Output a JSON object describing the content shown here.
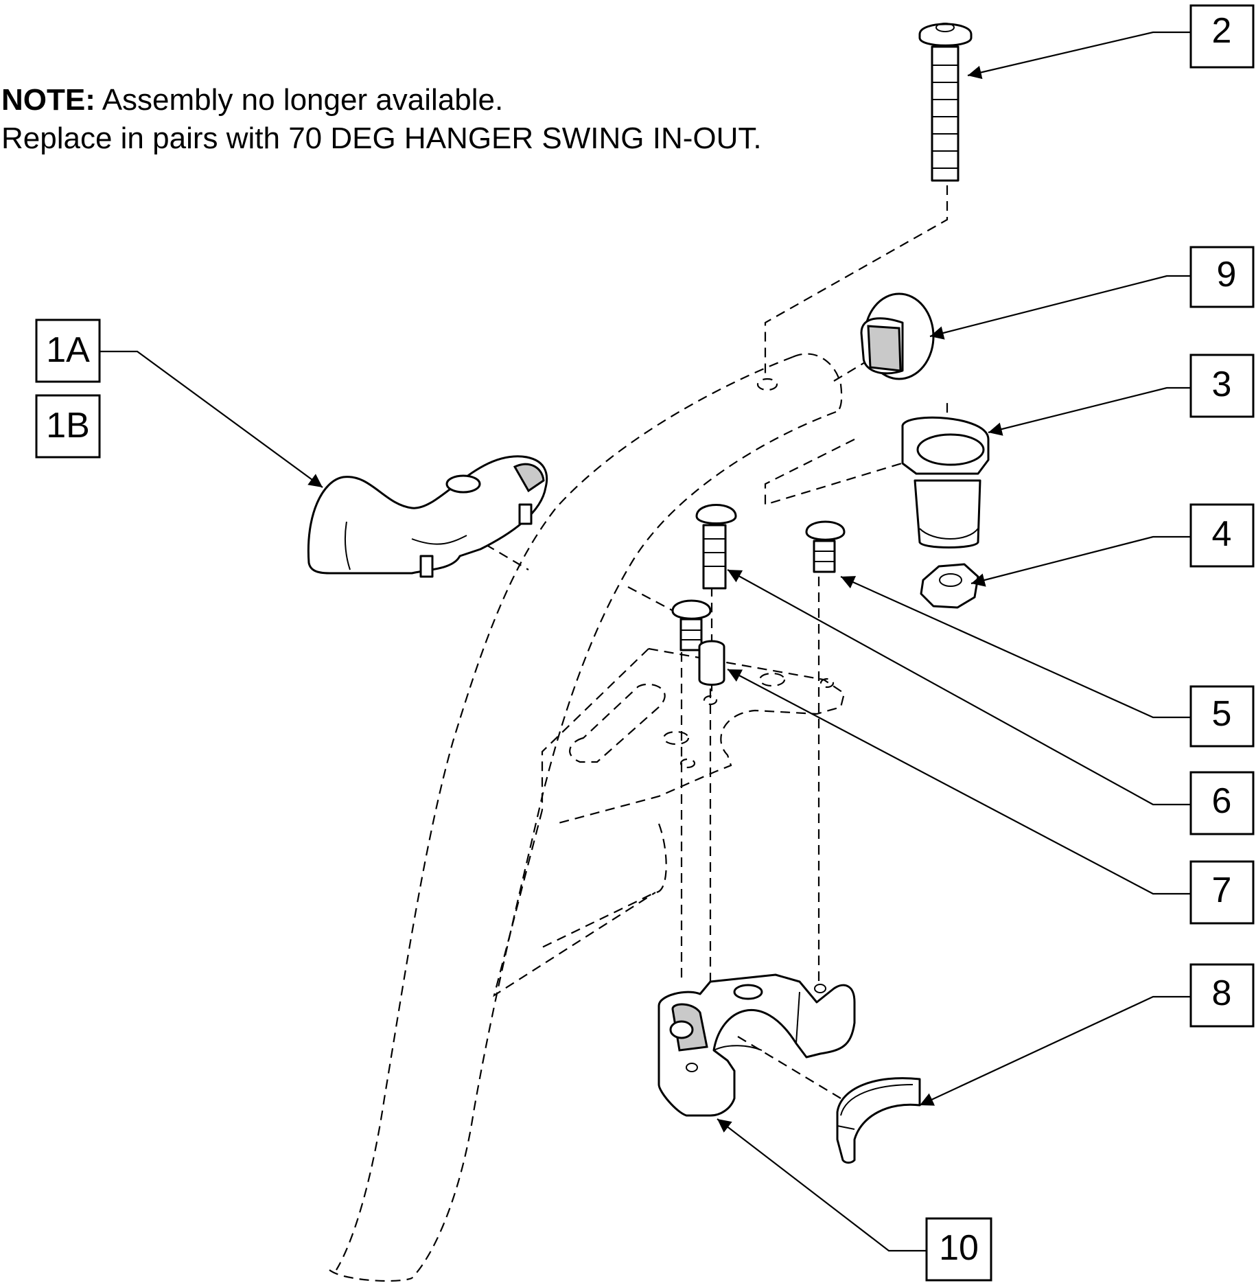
{
  "note": {
    "heading": "NOTE:",
    "line1": "Assembly no longer available.",
    "line2": "Replace in pairs with 70 DEG HANGER SWING IN-OUT."
  },
  "callouts": [
    {
      "id": "1A",
      "label": "1A"
    },
    {
      "id": "1B",
      "label": "1B"
    },
    {
      "id": "2",
      "label": "2"
    },
    {
      "id": "9",
      "label": "9"
    },
    {
      "id": "3",
      "label": "3"
    },
    {
      "id": "4",
      "label": "4"
    },
    {
      "id": "5",
      "label": "5"
    },
    {
      "id": "6",
      "label": "6"
    },
    {
      "id": "7",
      "label": "7"
    },
    {
      "id": "8",
      "label": "8"
    },
    {
      "id": "10",
      "label": "10"
    }
  ]
}
